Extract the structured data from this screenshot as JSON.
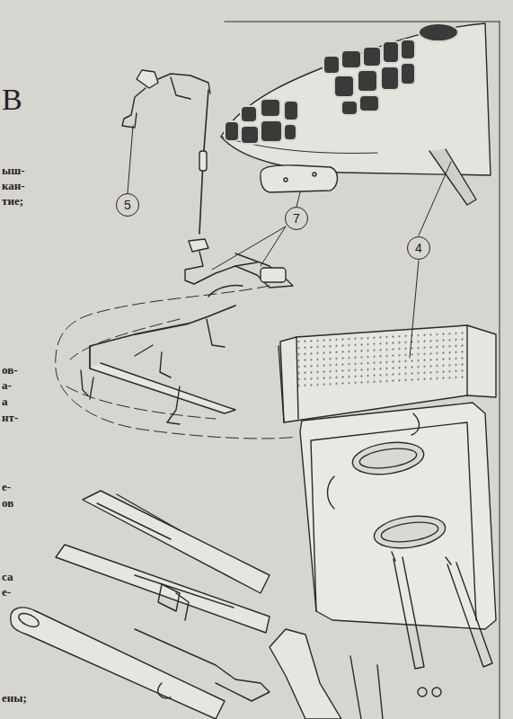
{
  "diagram": {
    "nodes": [
      {
        "text": [
          "5"
        ]
      },
      {
        "text": [
          "7"
        ]
      },
      {
        "text": [
          "4"
        ]
      }
    ],
    "labels": [
      "В",
      "ыш-",
      "кан-",
      "тие;",
      "ов-",
      "а-",
      "а",
      "нт-",
      "е-",
      "ов",
      "са",
      "е-",
      "ены;"
    ]
  }
}
